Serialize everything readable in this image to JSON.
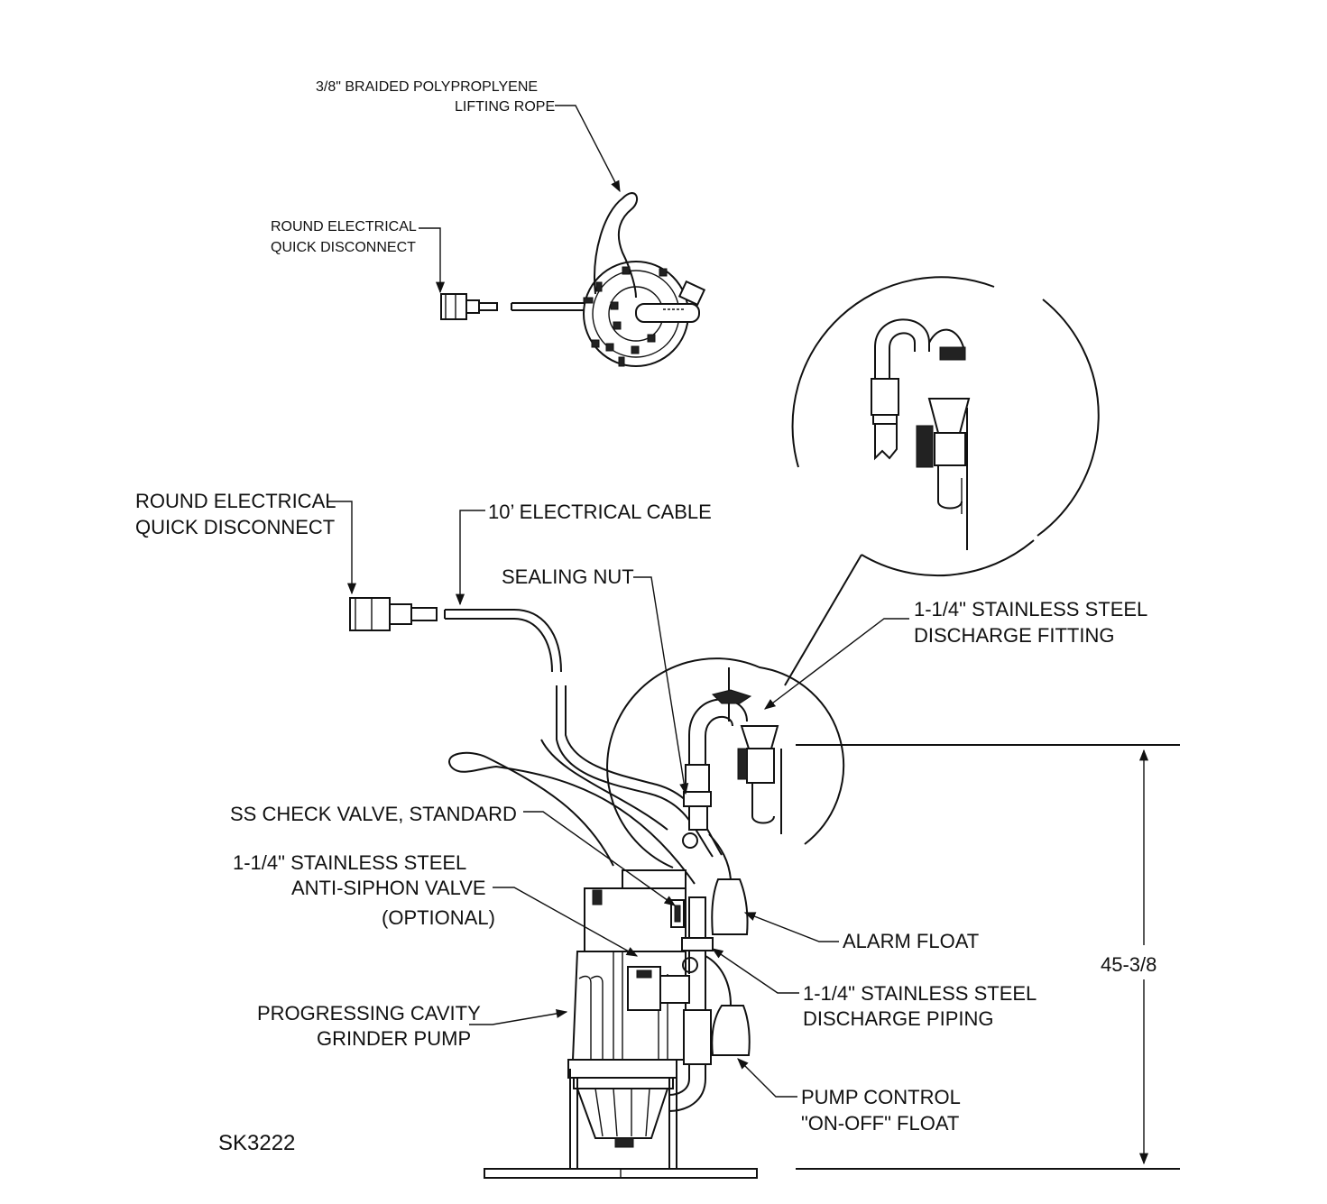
{
  "drawing_id": "SK3222",
  "labels": {
    "lifting_rope": [
      "3/8\" BRAIDED POLYPROPLYENE",
      "LIFTING ROPE"
    ],
    "disconnect_top": [
      "ROUND ELECTRICAL",
      "QUICK DISCONNECT"
    ],
    "disconnect_main": [
      "ROUND ELECTRICAL",
      "QUICK DISCONNECT"
    ],
    "cable": "10’ ELECTRICAL CABLE",
    "sealing_nut": "SEALING NUT",
    "discharge_fitting": [
      "1-1/4\" STAINLESS STEEL",
      "DISCHARGE FITTING"
    ],
    "check_valve": "SS CHECK VALVE, STANDARD",
    "anti_siphon": [
      "1-1/4\" STAINLESS STEEL",
      "ANTI-SIPHON VALVE",
      "(OPTIONAL)"
    ],
    "alarm_float": "ALARM FLOAT",
    "discharge_piping": [
      "1-1/4\" STAINLESS STEEL",
      "DISCHARGE PIPING"
    ],
    "pump": [
      "PROGRESSING CAVITY",
      "GRINDER PUMP"
    ],
    "control_float": [
      "PUMP CONTROL",
      "\"ON-OFF\" FLOAT"
    ],
    "dimension": "45-3/8"
  }
}
